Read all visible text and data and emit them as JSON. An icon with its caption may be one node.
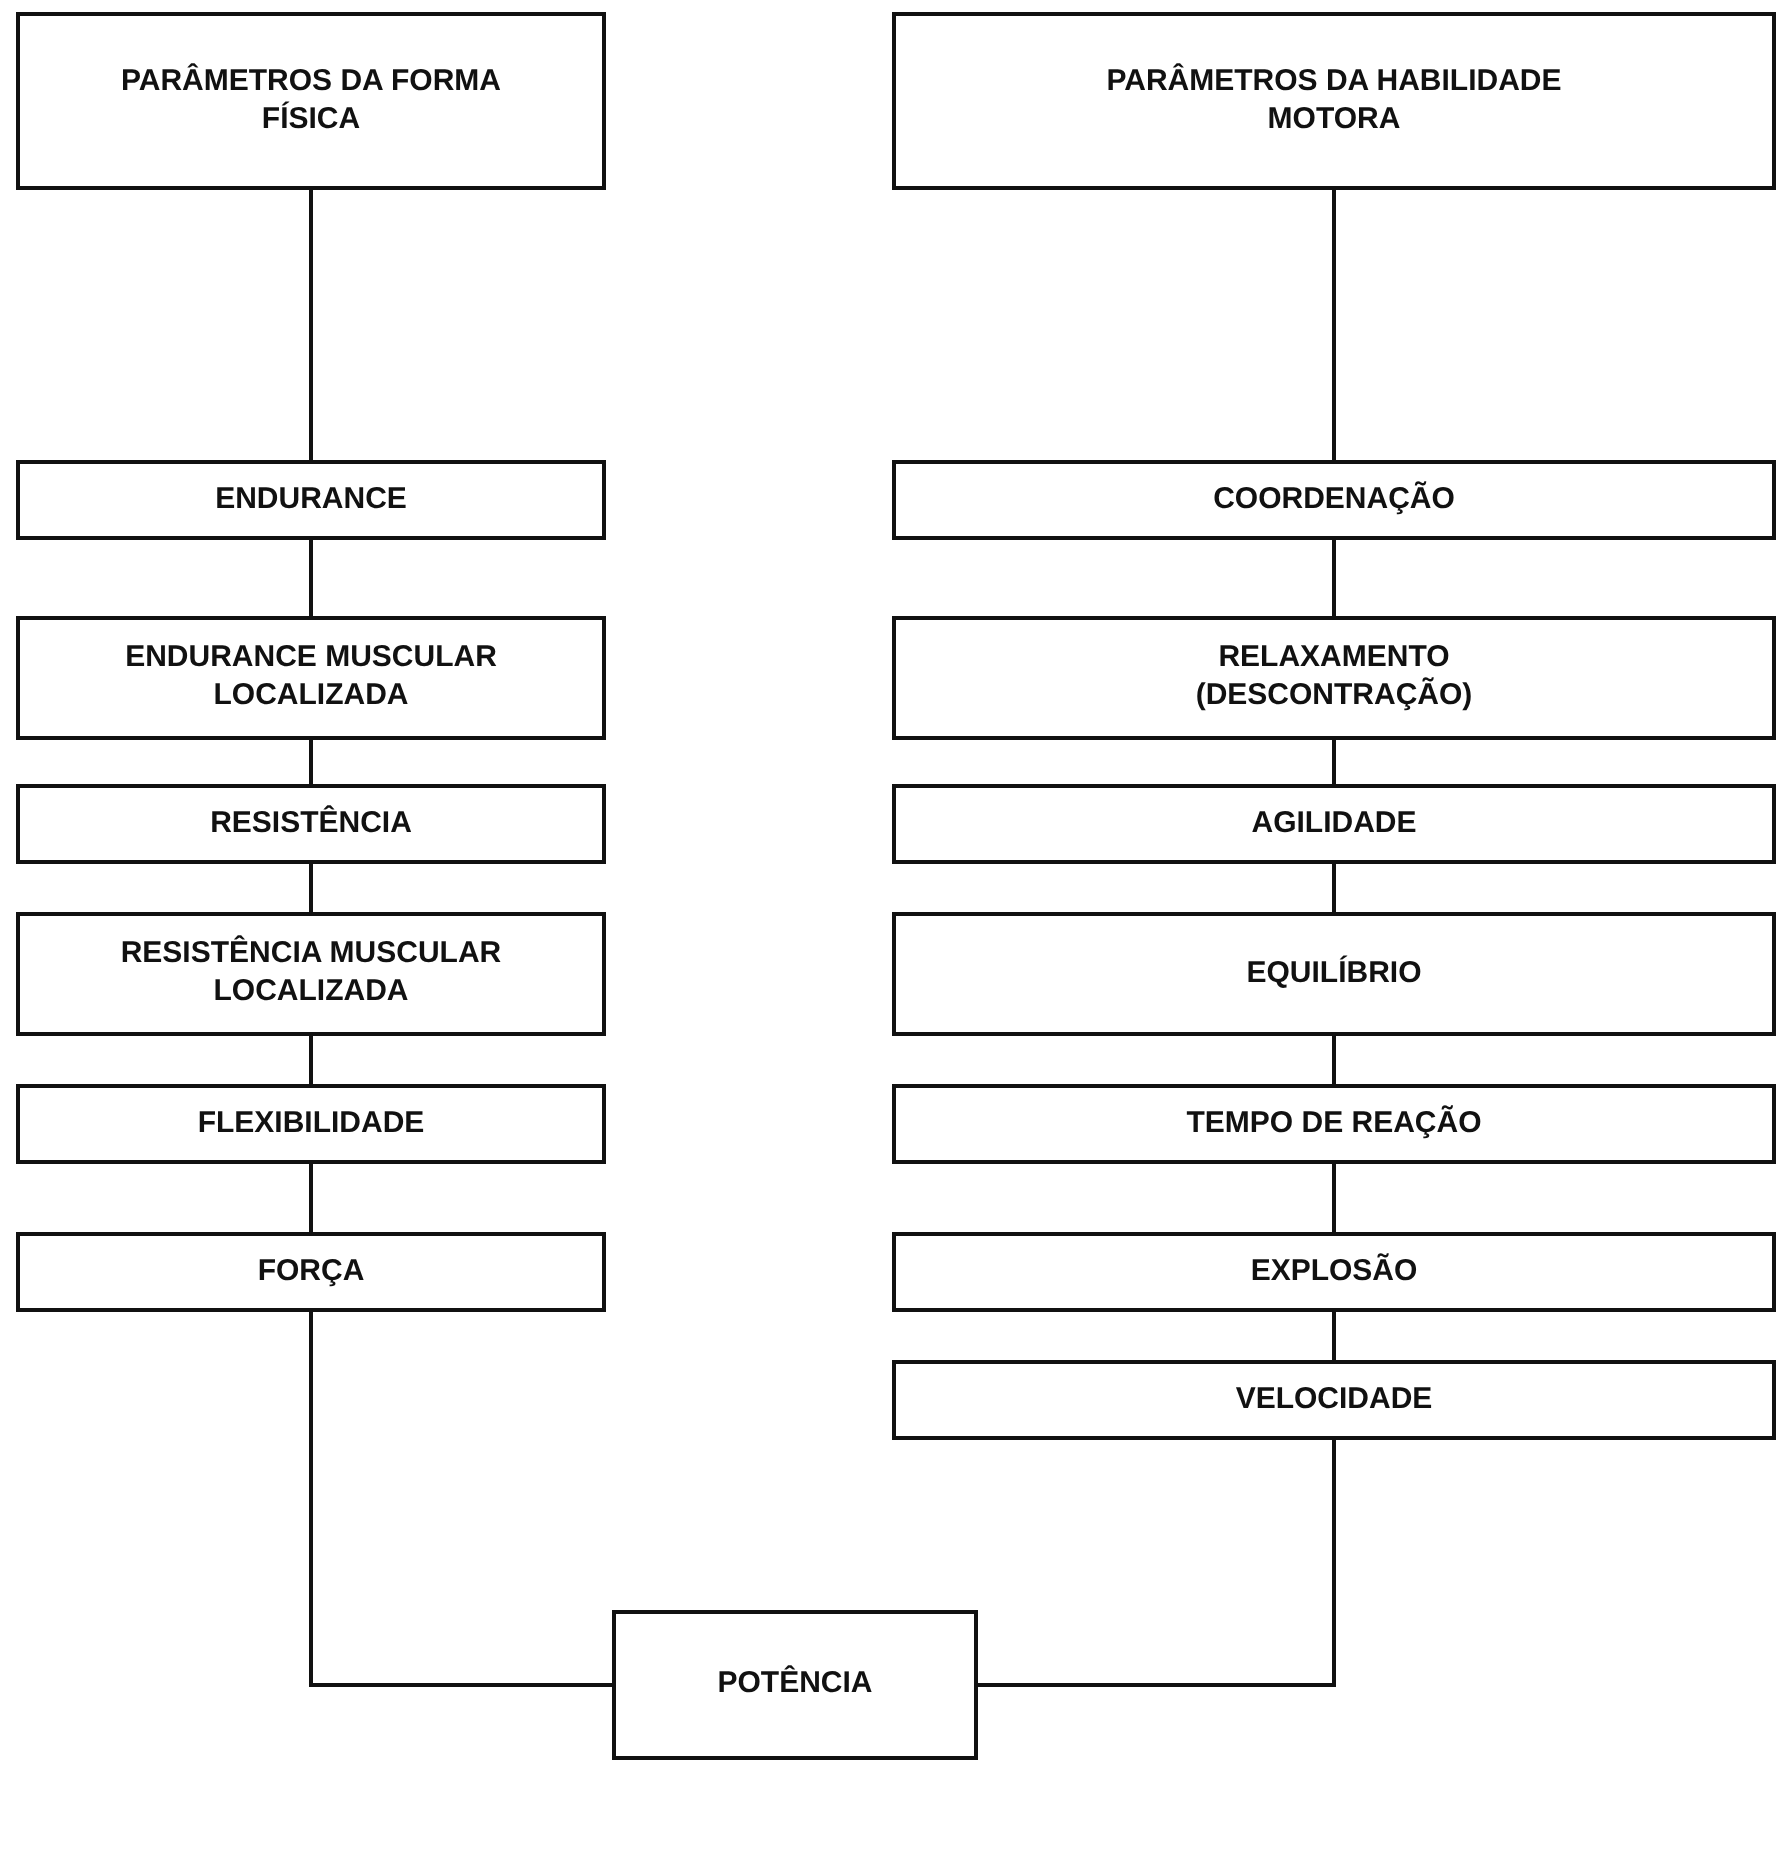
{
  "diagram": {
    "nodes": [
      {
        "text": [
          "PARÂMETROS DA FORMA FÍSICA"
        ]
      },
      {
        "text": [
          "ENDURANCE"
        ]
      },
      {
        "text": [
          "ENDURANCE MUSCULAR LOCALIZADA"
        ]
      },
      {
        "text": [
          "RESISTÊNCIA"
        ]
      },
      {
        "text": [
          "RESISTÊNCIA MUSCULAR LOCALIZADA"
        ]
      },
      {
        "text": [
          "FLEXIBILIDADE"
        ]
      },
      {
        "text": [
          "FORÇA"
        ]
      },
      {
        "text": [
          "PARÂMETROS DA HABILIDADE MOTORA"
        ]
      },
      {
        "text": [
          "COORDENAÇÃO"
        ]
      },
      {
        "text": [
          "RELAXAMENTO (DESCONTRAÇÃO)"
        ]
      },
      {
        "text": [
          "AGILIDADE"
        ]
      },
      {
        "text": [
          "EQUILÍBRIO"
        ]
      },
      {
        "text": [
          "TEMPO DE REAÇÃO"
        ]
      },
      {
        "text": [
          "EXPLOSÃO"
        ]
      },
      {
        "text": [
          "VELOCIDADE"
        ]
      },
      {
        "text": [
          "POTÊNCIA"
        ]
      }
    ],
    "edges": [
      {
        "from": 0,
        "to": 1,
        "arrow": "none"
      },
      {
        "from": 1,
        "to": 2,
        "arrow": "none"
      },
      {
        "from": 2,
        "to": 3,
        "arrow": "none"
      },
      {
        "from": 3,
        "to": 4,
        "arrow": "none"
      },
      {
        "from": 4,
        "to": 5,
        "arrow": "none"
      },
      {
        "from": 5,
        "to": 6,
        "arrow": "none"
      },
      {
        "from": 6,
        "to": 15,
        "arrow": "none"
      },
      {
        "from": 7,
        "to": 8,
        "arrow": "none"
      },
      {
        "from": 8,
        "to": 9,
        "arrow": "none"
      },
      {
        "from": 9,
        "to": 10,
        "arrow": "none"
      },
      {
        "from": 10,
        "to": 11,
        "arrow": "none"
      },
      {
        "from": 11,
        "to": 12,
        "arrow": "none"
      },
      {
        "from": 12,
        "to": 13,
        "arrow": "none"
      },
      {
        "from": 13,
        "to": 14,
        "arrow": "none"
      },
      {
        "from": 14,
        "to": 15,
        "arrow": "none"
      }
    ]
  }
}
